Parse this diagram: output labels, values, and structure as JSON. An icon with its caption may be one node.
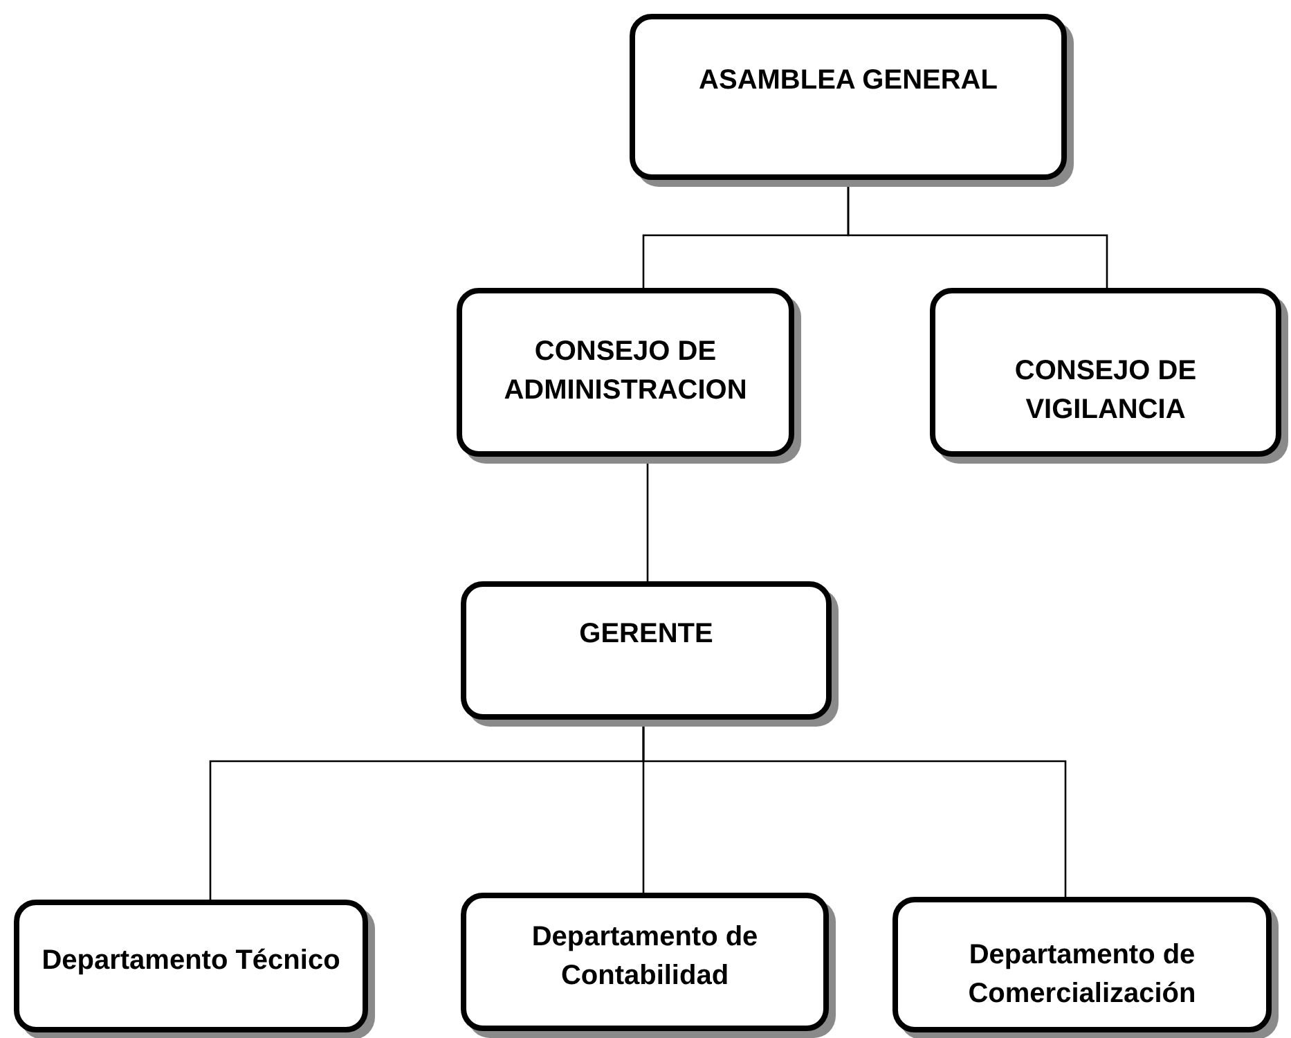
{
  "diagram": {
    "nodes": [
      {
        "text": [
          "ASAMBLEA GENERAL"
        ]
      },
      {
        "text": [
          "CONSEJO DE ADMINISTRACION"
        ]
      },
      {
        "text": [
          "CONSEJO DE VIGILANCIA"
        ]
      },
      {
        "text": [
          "GERENTE"
        ]
      },
      {
        "text": [
          "Departamento Técnico"
        ]
      },
      {
        "text": [
          "Departamento de Contabilidad"
        ]
      },
      {
        "text": [
          "Departamento de Comercialización"
        ]
      }
    ],
    "edges": [
      {
        "from": 0,
        "to": 1,
        "arrow": "none"
      },
      {
        "from": 0,
        "to": 2,
        "arrow": "none"
      },
      {
        "from": 1,
        "to": 3,
        "arrow": "none"
      },
      {
        "from": 3,
        "to": 4,
        "arrow": "none"
      },
      {
        "from": 3,
        "to": 5,
        "arrow": "none"
      },
      {
        "from": 3,
        "to": 6,
        "arrow": "none"
      }
    ]
  }
}
